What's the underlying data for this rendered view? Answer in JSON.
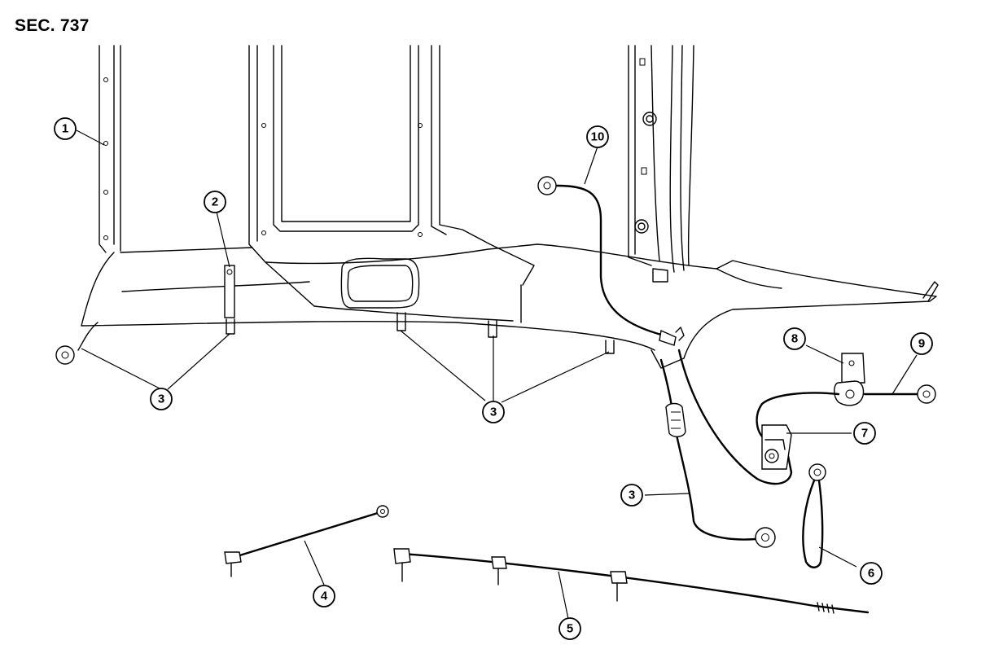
{
  "section_label": "SEC. 737",
  "callouts": [
    "1",
    "2",
    "3",
    "3",
    "3",
    "4",
    "5",
    "6",
    "7",
    "8",
    "9",
    "10"
  ]
}
